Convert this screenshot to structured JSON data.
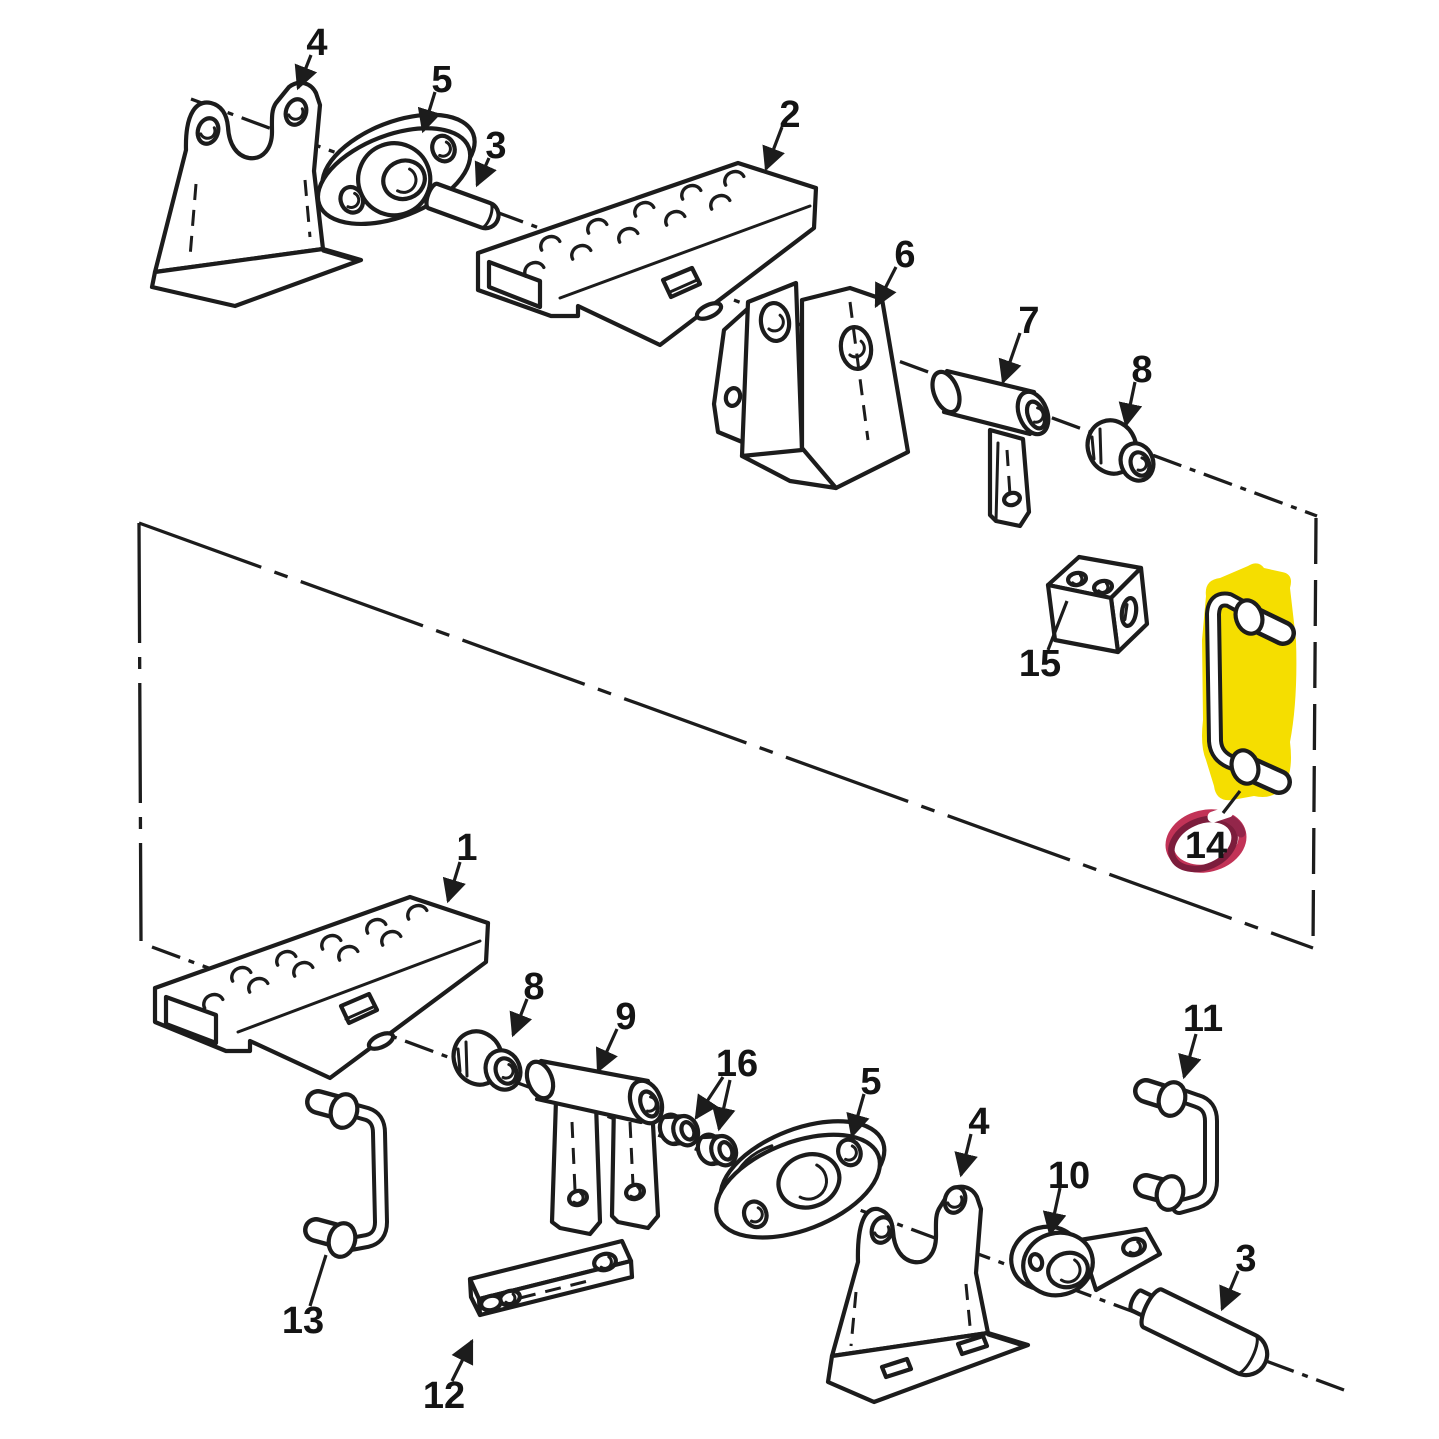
{
  "figure": {
    "kind": "exploded-parts-diagram",
    "highlighted_callout": "14",
    "background": "#ffffff"
  },
  "colors": {
    "background": "#ffffff",
    "line": "#1c1c1c",
    "highlight": "#f5de00",
    "circle_outer": "#c23357",
    "circle_inner": "#7c1d3c",
    "circle_accent": "#93264a"
  },
  "callouts": [
    {
      "id": "top-4",
      "label": "4"
    },
    {
      "id": "top-5",
      "label": "5"
    },
    {
      "id": "top-3",
      "label": "3"
    },
    {
      "id": "top-2",
      "label": "2"
    },
    {
      "id": "top-6",
      "label": "6"
    },
    {
      "id": "top-7",
      "label": "7"
    },
    {
      "id": "top-8",
      "label": "8"
    },
    {
      "id": "mid-15",
      "label": "15"
    },
    {
      "id": "mid-14",
      "label": "14"
    },
    {
      "id": "bot-1",
      "label": "1"
    },
    {
      "id": "bot-8",
      "label": "8"
    },
    {
      "id": "bot-9",
      "label": "9"
    },
    {
      "id": "bot-16",
      "label": "16"
    },
    {
      "id": "bot-5",
      "label": "5"
    },
    {
      "id": "bot-4",
      "label": "4"
    },
    {
      "id": "bot-10",
      "label": "10"
    },
    {
      "id": "bot-11",
      "label": "11"
    },
    {
      "id": "bot-3",
      "label": "3"
    },
    {
      "id": "bot-13",
      "label": "13"
    },
    {
      "id": "bot-12",
      "label": "12"
    }
  ]
}
